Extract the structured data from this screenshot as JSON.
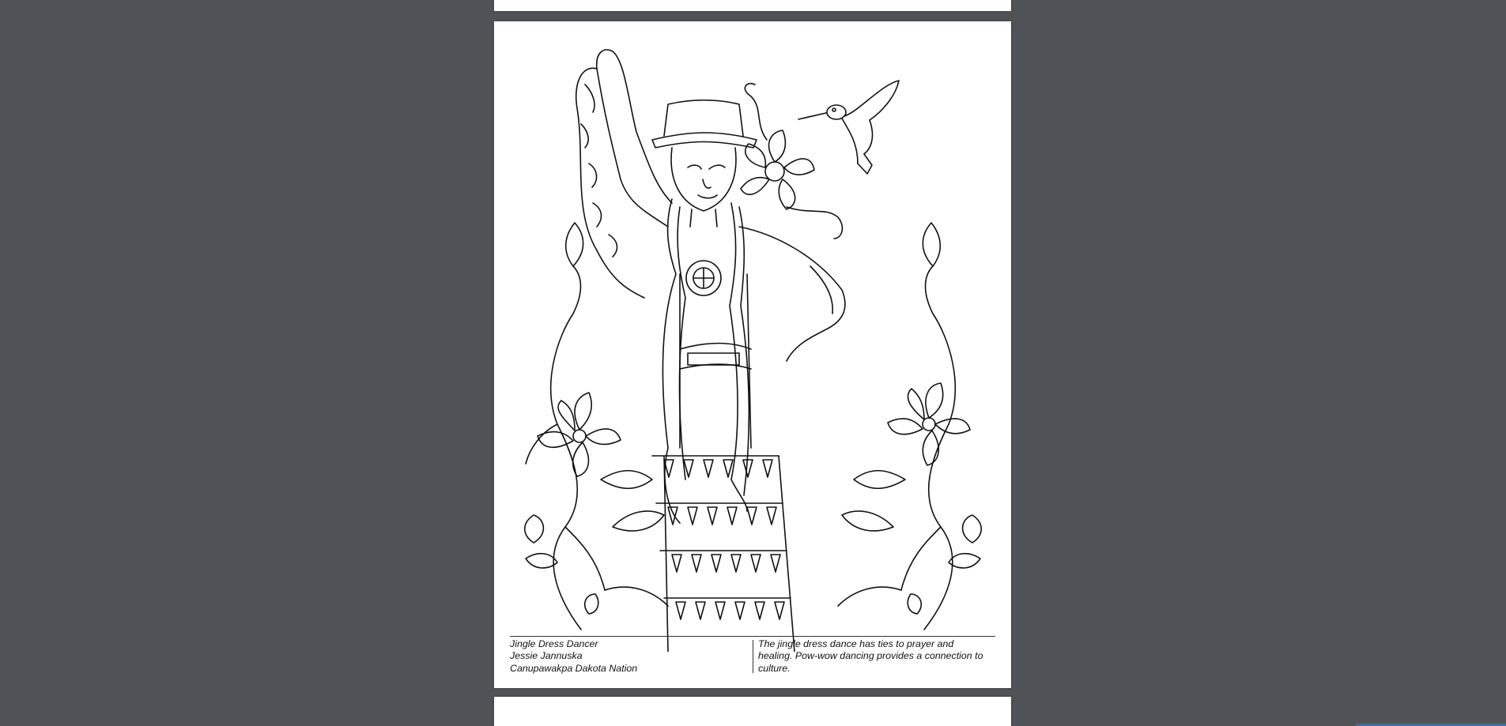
{
  "document": {
    "caption": {
      "title": "Jingle Dress Dancer",
      "artist": "Jessie Jannuska",
      "nation": "Canupawakpa Dakota Nation",
      "description_lines": [
        "The jingle dress dance has ties to prayer and",
        "healing. Pow-wow dancing provides a connection to",
        "culture."
      ]
    }
  },
  "colors": {
    "viewer_background": "#4f5357",
    "page": "#ffffff",
    "ink": "#111111"
  },
  "icons": [
    "dancer-illustration",
    "hummingbird-icon",
    "flower-icon",
    "vine-icon"
  ]
}
